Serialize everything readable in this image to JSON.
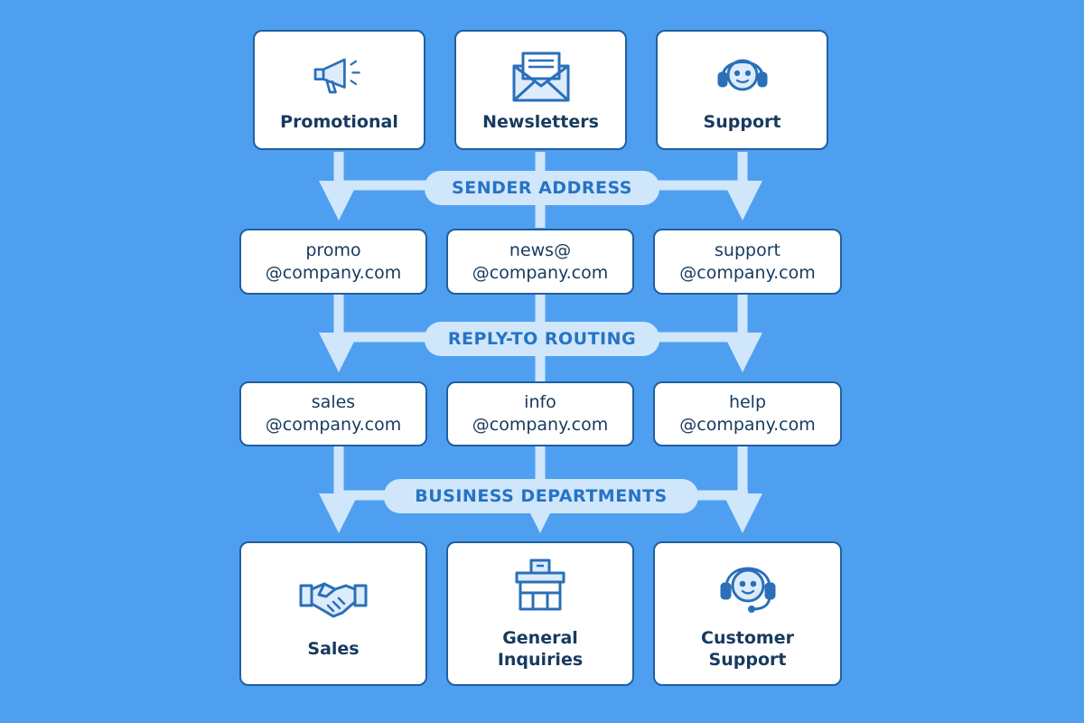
{
  "colors": {
    "background": "#4f9ff0",
    "card_fill": "#ffffff",
    "card_border": "#1f5f9f",
    "text": "#173a5e",
    "connector": "#cfe6fb",
    "pill_fill": "#cfe6fb",
    "pill_text": "#2673c4",
    "icon_stroke": "#2a6fb8"
  },
  "channels": [
    {
      "label": "Promotional",
      "icon": "megaphone-icon"
    },
    {
      "label": "Newsletters",
      "icon": "envelope-icon"
    },
    {
      "label": "Support",
      "icon": "headset-agent-icon"
    }
  ],
  "stages": {
    "sender": "SENDER ADDRESS",
    "reply": "REPLY-TO ROUTING",
    "departments": "BUSINESS DEPARTMENTS"
  },
  "sender_addresses": [
    "promo\n@company.com",
    "news@\n@company.com",
    "support\n@company.com"
  ],
  "reply_addresses": [
    "sales\n@company.com",
    "info\n@company.com",
    "help\n@company.com"
  ],
  "departments": [
    {
      "label": "Sales",
      "icon": "handshake-icon"
    },
    {
      "label": "General\nInquiries",
      "icon": "reception-desk-icon"
    },
    {
      "label": "Customer\nSupport",
      "icon": "headset-agent-icon"
    }
  ]
}
